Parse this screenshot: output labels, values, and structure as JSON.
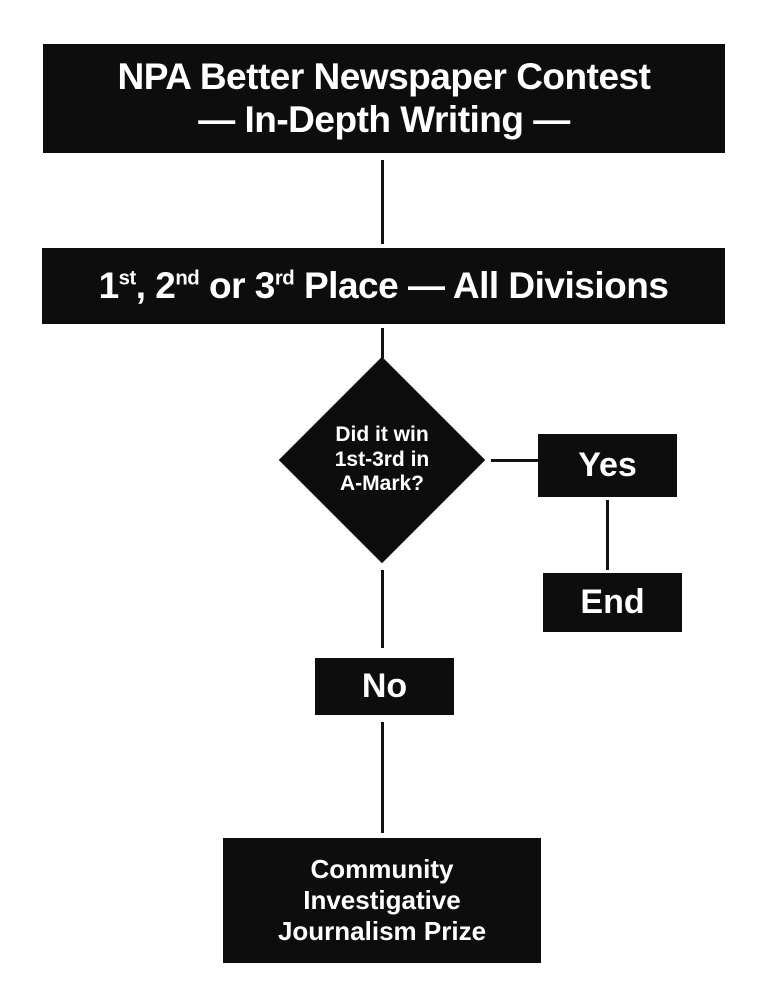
{
  "colors": {
    "page-bg": "#ffffff",
    "node-bg": "#0d0d0d",
    "node-text": "#ffffff",
    "connector": "#111111"
  },
  "flowchart": {
    "title": {
      "line1": "NPA Better Newspaper Contest",
      "line2": "— In-Depth Writing —"
    },
    "qualifier": {
      "num1": "1",
      "sup1": "st",
      "sep1": ", ",
      "num2": "2",
      "sup2": "nd",
      "sep2": " or ",
      "num3": "3",
      "sup3": "rd",
      "rest": " Place — All Divisions"
    },
    "decision": {
      "line1": "Did it win",
      "line2": "1st-3rd in",
      "line3": "A-Mark?"
    },
    "yes_label": "Yes",
    "end_label": "End",
    "no_label": "No",
    "prize": {
      "line1": "Community",
      "line2": "Investigative",
      "line3": "Journalism Prize"
    }
  }
}
